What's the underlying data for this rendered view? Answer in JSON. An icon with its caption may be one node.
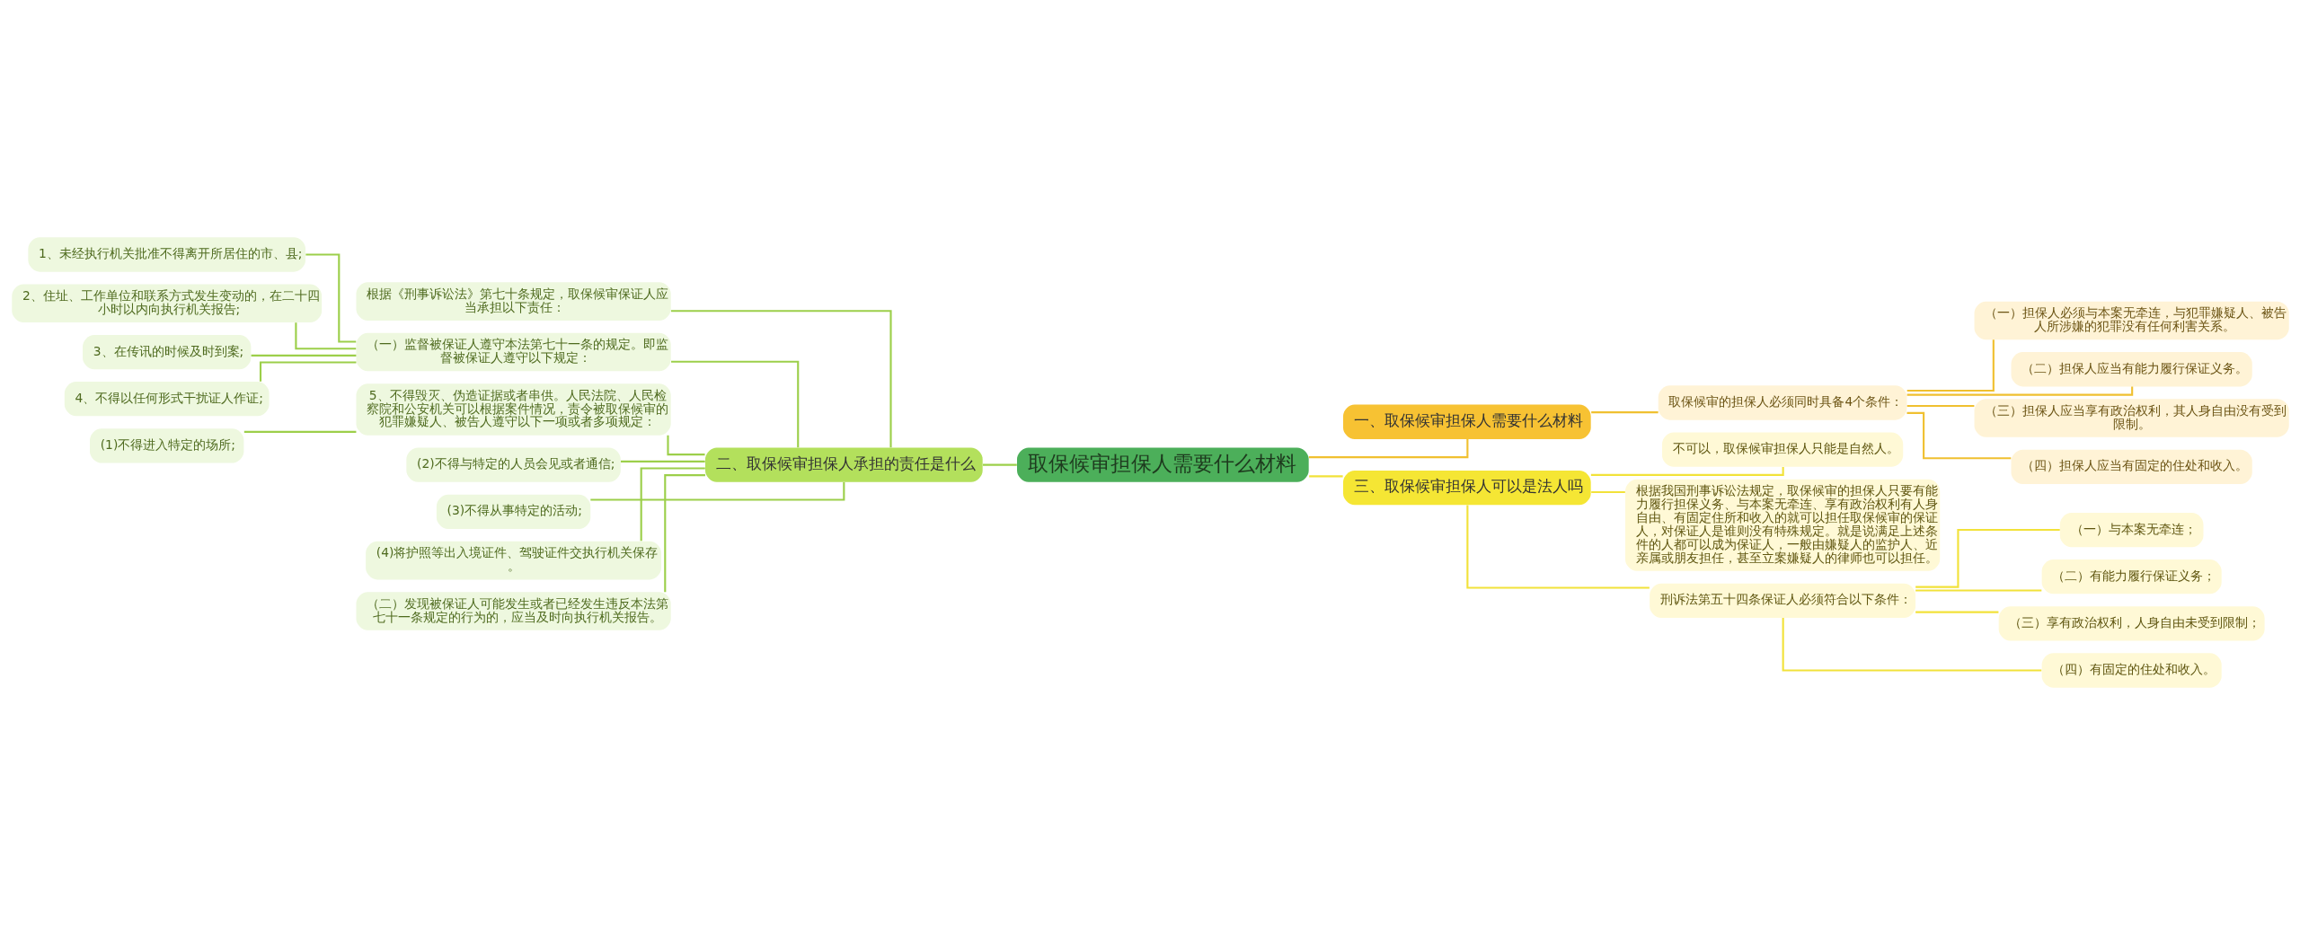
{
  "diagram": {
    "nodes": [
      {
        "text": [
          "取保候审担保人需要什么材料"
        ]
      },
      {
        "text": [
          "一、取保候审担保人需要什么材料"
        ]
      },
      {
        "text": [
          "取保候审的担保人必须同时具备4个条件："
        ]
      },
      {
        "text": [
          "（一）担保人必须与本案无牵连，与犯罪嫌疑人、被告人所涉嫌的犯罪没有任何利害关系。"
        ]
      },
      {
        "text": [
          "（二）担保人应当有能力履行保证义务。"
        ]
      },
      {
        "text": [
          "（三）担保人应当享有政治权利，其人身自由没有受到限制。"
        ]
      },
      {
        "text": [
          "（四）担保人应当有固定的住处和收入。"
        ]
      },
      {
        "text": [
          "二、取保候审担保人承担的责任是什么"
        ]
      },
      {
        "text": [
          "根据《刑事诉讼法》第七十条规定，取保候审保证人应当承担以下责任："
        ]
      },
      {
        "text": [
          "（一）监督被保证人遵守本法第七十一条的规定。即监督被保证人遵守以下规定："
        ]
      },
      {
        "text": [
          "1、未经执行机关批准不得离开所居住的市、县;"
        ]
      },
      {
        "text": [
          "2、住址、工作单位和联系方式发生变动的，在二十四小时以内向执行机关报告;"
        ]
      },
      {
        "text": [
          "3、在传讯的时候及时到案;"
        ]
      },
      {
        "text": [
          "4、不得以任何形式干扰证人作证;"
        ]
      },
      {
        "text": [
          "5、不得毁灭、伪造证据或者串供。人民法院、人民检察院和公安机关可以根据案件情况，责令被取保候审的犯罪嫌疑人、被告人遵守以下一项或者多项规定："
        ]
      },
      {
        "text": [
          "(1)不得进入特定的场所;"
        ]
      },
      {
        "text": [
          "(2)不得与特定的人员会见或者通信;"
        ]
      },
      {
        "text": [
          "(3)不得从事特定的活动;"
        ]
      },
      {
        "text": [
          "(4)将护照等出入境证件、驾驶证件交执行机关保存。"
        ]
      },
      {
        "text": [
          "（二）发现被保证人可能发生或者已经发生违反本法第七十一条规定的行为的，应当及时向执行机关报告。"
        ]
      },
      {
        "text": [
          "三、取保候审担保人可以是法人吗"
        ]
      },
      {
        "text": [
          "不可以，取保候审担保人只能是自然人。"
        ]
      },
      {
        "text": [
          "根据我国刑事诉讼法规定，取保候审的担保人只要有能力履行担保义务、与本案无牵连、享有政治权利有人身自由、有固定住所和收入的就可以担任取保候审的保证人，对保证人是谁则没有特殊规定。就是说满足上述条件的人都可以成为保证人，一般由嫌疑人的监护人、近亲属或朋友担任，甚至立案嫌疑人的律师也可以担任。"
        ]
      },
      {
        "text": [
          "刑诉法第五十四条保证人必须符合以下条件："
        ]
      },
      {
        "text": [
          "（一）与本案无牵连；"
        ]
      },
      {
        "text": [
          "（二）有能力履行保证义务；"
        ]
      },
      {
        "text": [
          "（三）享有政治权利，人身自由未受到限制；"
        ]
      },
      {
        "text": [
          "（四）有固定的住处和收入。"
        ]
      }
    ],
    "edges": [
      {
        "from": 0,
        "to": 1,
        "arrow": "none",
        "color": "#f0c030"
      },
      {
        "from": 1,
        "to": 2,
        "arrow": "none",
        "color": "#f0c030"
      },
      {
        "from": 2,
        "to": 3,
        "arrow": "none",
        "color": "#f0c030"
      },
      {
        "from": 2,
        "to": 4,
        "arrow": "none",
        "color": "#f0c030"
      },
      {
        "from": 2,
        "to": 5,
        "arrow": "none",
        "color": "#f0c030"
      },
      {
        "from": 2,
        "to": 6,
        "arrow": "none",
        "color": "#f0c030"
      },
      {
        "from": 0,
        "to": 7,
        "arrow": "none"
      },
      {
        "from": 7,
        "to": 8,
        "arrow": "none"
      },
      {
        "from": 7,
        "to": 9,
        "arrow": "none"
      },
      {
        "from": 9,
        "to": 10,
        "arrow": "none"
      },
      {
        "from": 9,
        "to": 11,
        "arrow": "none"
      },
      {
        "from": 9,
        "to": 12,
        "arrow": "none"
      },
      {
        "from": 9,
        "to": 13,
        "arrow": "none"
      },
      {
        "from": 7,
        "to": 14,
        "arrow": "none"
      },
      {
        "from": 14,
        "to": 15,
        "arrow": "none"
      },
      {
        "from": 7,
        "to": 16,
        "arrow": "none"
      },
      {
        "from": 7,
        "to": 17,
        "arrow": "none"
      },
      {
        "from": 7,
        "to": 18,
        "arrow": "none"
      },
      {
        "from": 7,
        "to": 19,
        "arrow": "none"
      },
      {
        "from": 0,
        "to": 20,
        "arrow": "none",
        "color": "#f2e23a"
      },
      {
        "from": 20,
        "to": 21,
        "arrow": "none",
        "color": "#f2e23a"
      },
      {
        "from": 20,
        "to": 22,
        "arrow": "none",
        "color": "#f2e23a"
      },
      {
        "from": 20,
        "to": 23,
        "arrow": "none",
        "color": "#f2e23a"
      },
      {
        "from": 23,
        "to": 24,
        "arrow": "none",
        "color": "#f2e23a"
      },
      {
        "from": 23,
        "to": 25,
        "arrow": "none",
        "color": "#f2e23a"
      },
      {
        "from": 23,
        "to": 26,
        "arrow": "none",
        "color": "#f2e23a"
      },
      {
        "from": 23,
        "to": 27,
        "arrow": "none",
        "color": "#f2e23a"
      }
    ]
  }
}
